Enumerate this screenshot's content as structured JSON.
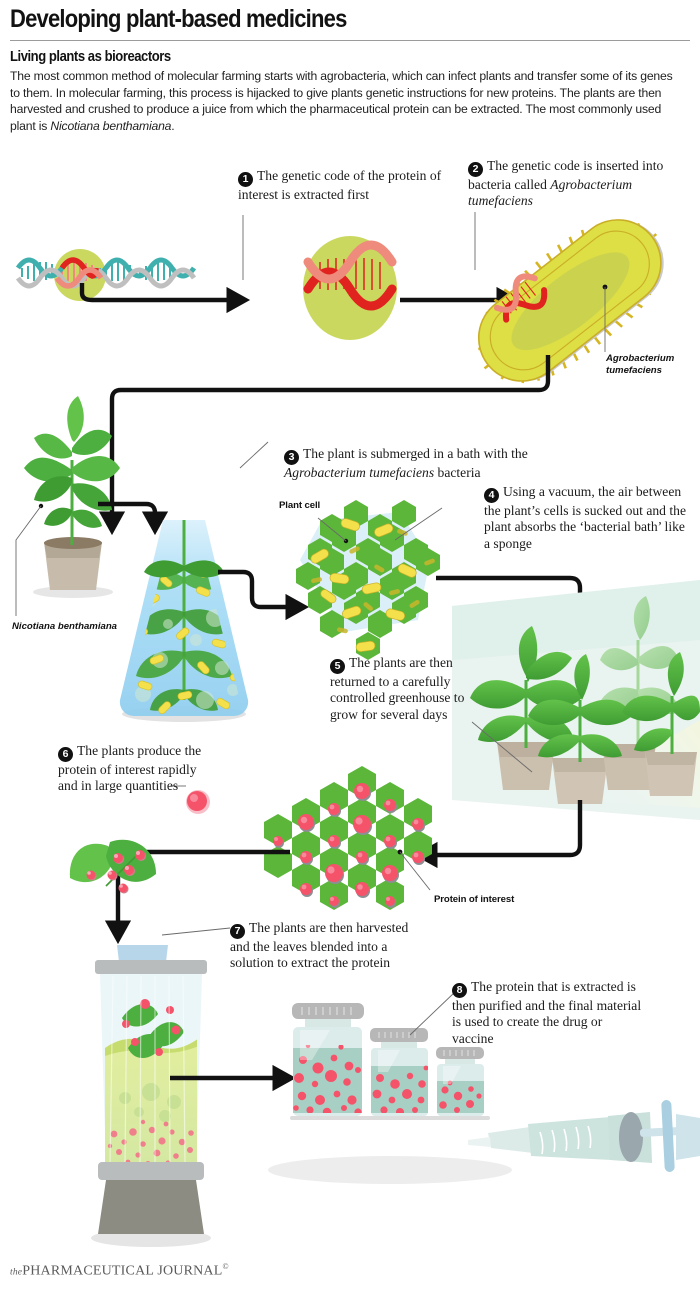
{
  "header": {
    "title": "Developing plant-based medicines",
    "subhead": "Living plants as bioreactors",
    "intro_1": "The most common method of molecular farming starts with agrobacteria, which can infect plants and transfer some of its genes to them. In molecular farming, this process is hijacked to give plants genetic instructions for new proteins. The plants are then harvested and crushed to produce a juice from which the pharmaceutical protein can be extracted. The most commonly used plant is ",
    "intro_italic": "Nicotiana benthamiana",
    "intro_2": "."
  },
  "steps": [
    {
      "num": "1",
      "text_1": "The genetic code of the protein of interest is extracted first",
      "italic": "",
      "text_2": ""
    },
    {
      "num": "2",
      "text_1": "The genetic code is inserted into bacteria called ",
      "italic": "Agrobacterium tumefaciens",
      "text_2": ""
    },
    {
      "num": "3",
      "text_1": "The plant is submerged in a bath with the ",
      "italic": "Agrobacterium tumefaciens",
      "text_2": " bacteria"
    },
    {
      "num": "4",
      "text_1": "Using a vacuum, the air between the plant’s cells is sucked out and the plant absorbs the ‘bacterial bath’ like a sponge",
      "italic": "",
      "text_2": ""
    },
    {
      "num": "5",
      "text_1": "The plants are then returned to a carefully controlled greenhouse to grow for several days",
      "italic": "",
      "text_2": ""
    },
    {
      "num": "6",
      "text_1": "The plants produce the protein of interest rapidly and in large quantities",
      "italic": "",
      "text_2": ""
    },
    {
      "num": "7",
      "text_1": "The plants are then harvested and the leaves blended into a solution to extract the protein",
      "italic": "",
      "text_2": ""
    },
    {
      "num": "8",
      "text_1": "The protein that is extracted is then purified and the final material is used to create the drug or vaccine",
      "italic": "",
      "text_2": ""
    }
  ],
  "annotations": {
    "agrobacterium_line1": "Agrobacterium",
    "agrobacterium_line2": "tumefaciens",
    "nicotiana": "Nicotiana benthamiana",
    "plant_cell": "Plant cell",
    "protein_of_interest": "Protein of interest"
  },
  "footer": {
    "the": "the",
    "name": "PHARMACEUTICAL JOURNAL",
    "copyright": "©"
  },
  "colors": {
    "dna_teal": "#3fb0ae",
    "dna_red": "#e0231f",
    "dna_salmon": "#ef8b7c",
    "olive": "#cbd85f",
    "bacteria_yellow": "#dede45",
    "bacteria_pili": "#d6b522",
    "leaf_green": "#4caf3f",
    "cell_green": "#5cb63a",
    "bath_blue": "#a9ddf5",
    "protein_pink": "#f4536a",
    "pot_tan": "#c7bcab",
    "greenhouse_mint": "#e4f0ea",
    "vial_teal": "#a8cfc4",
    "ink": "#111111"
  }
}
